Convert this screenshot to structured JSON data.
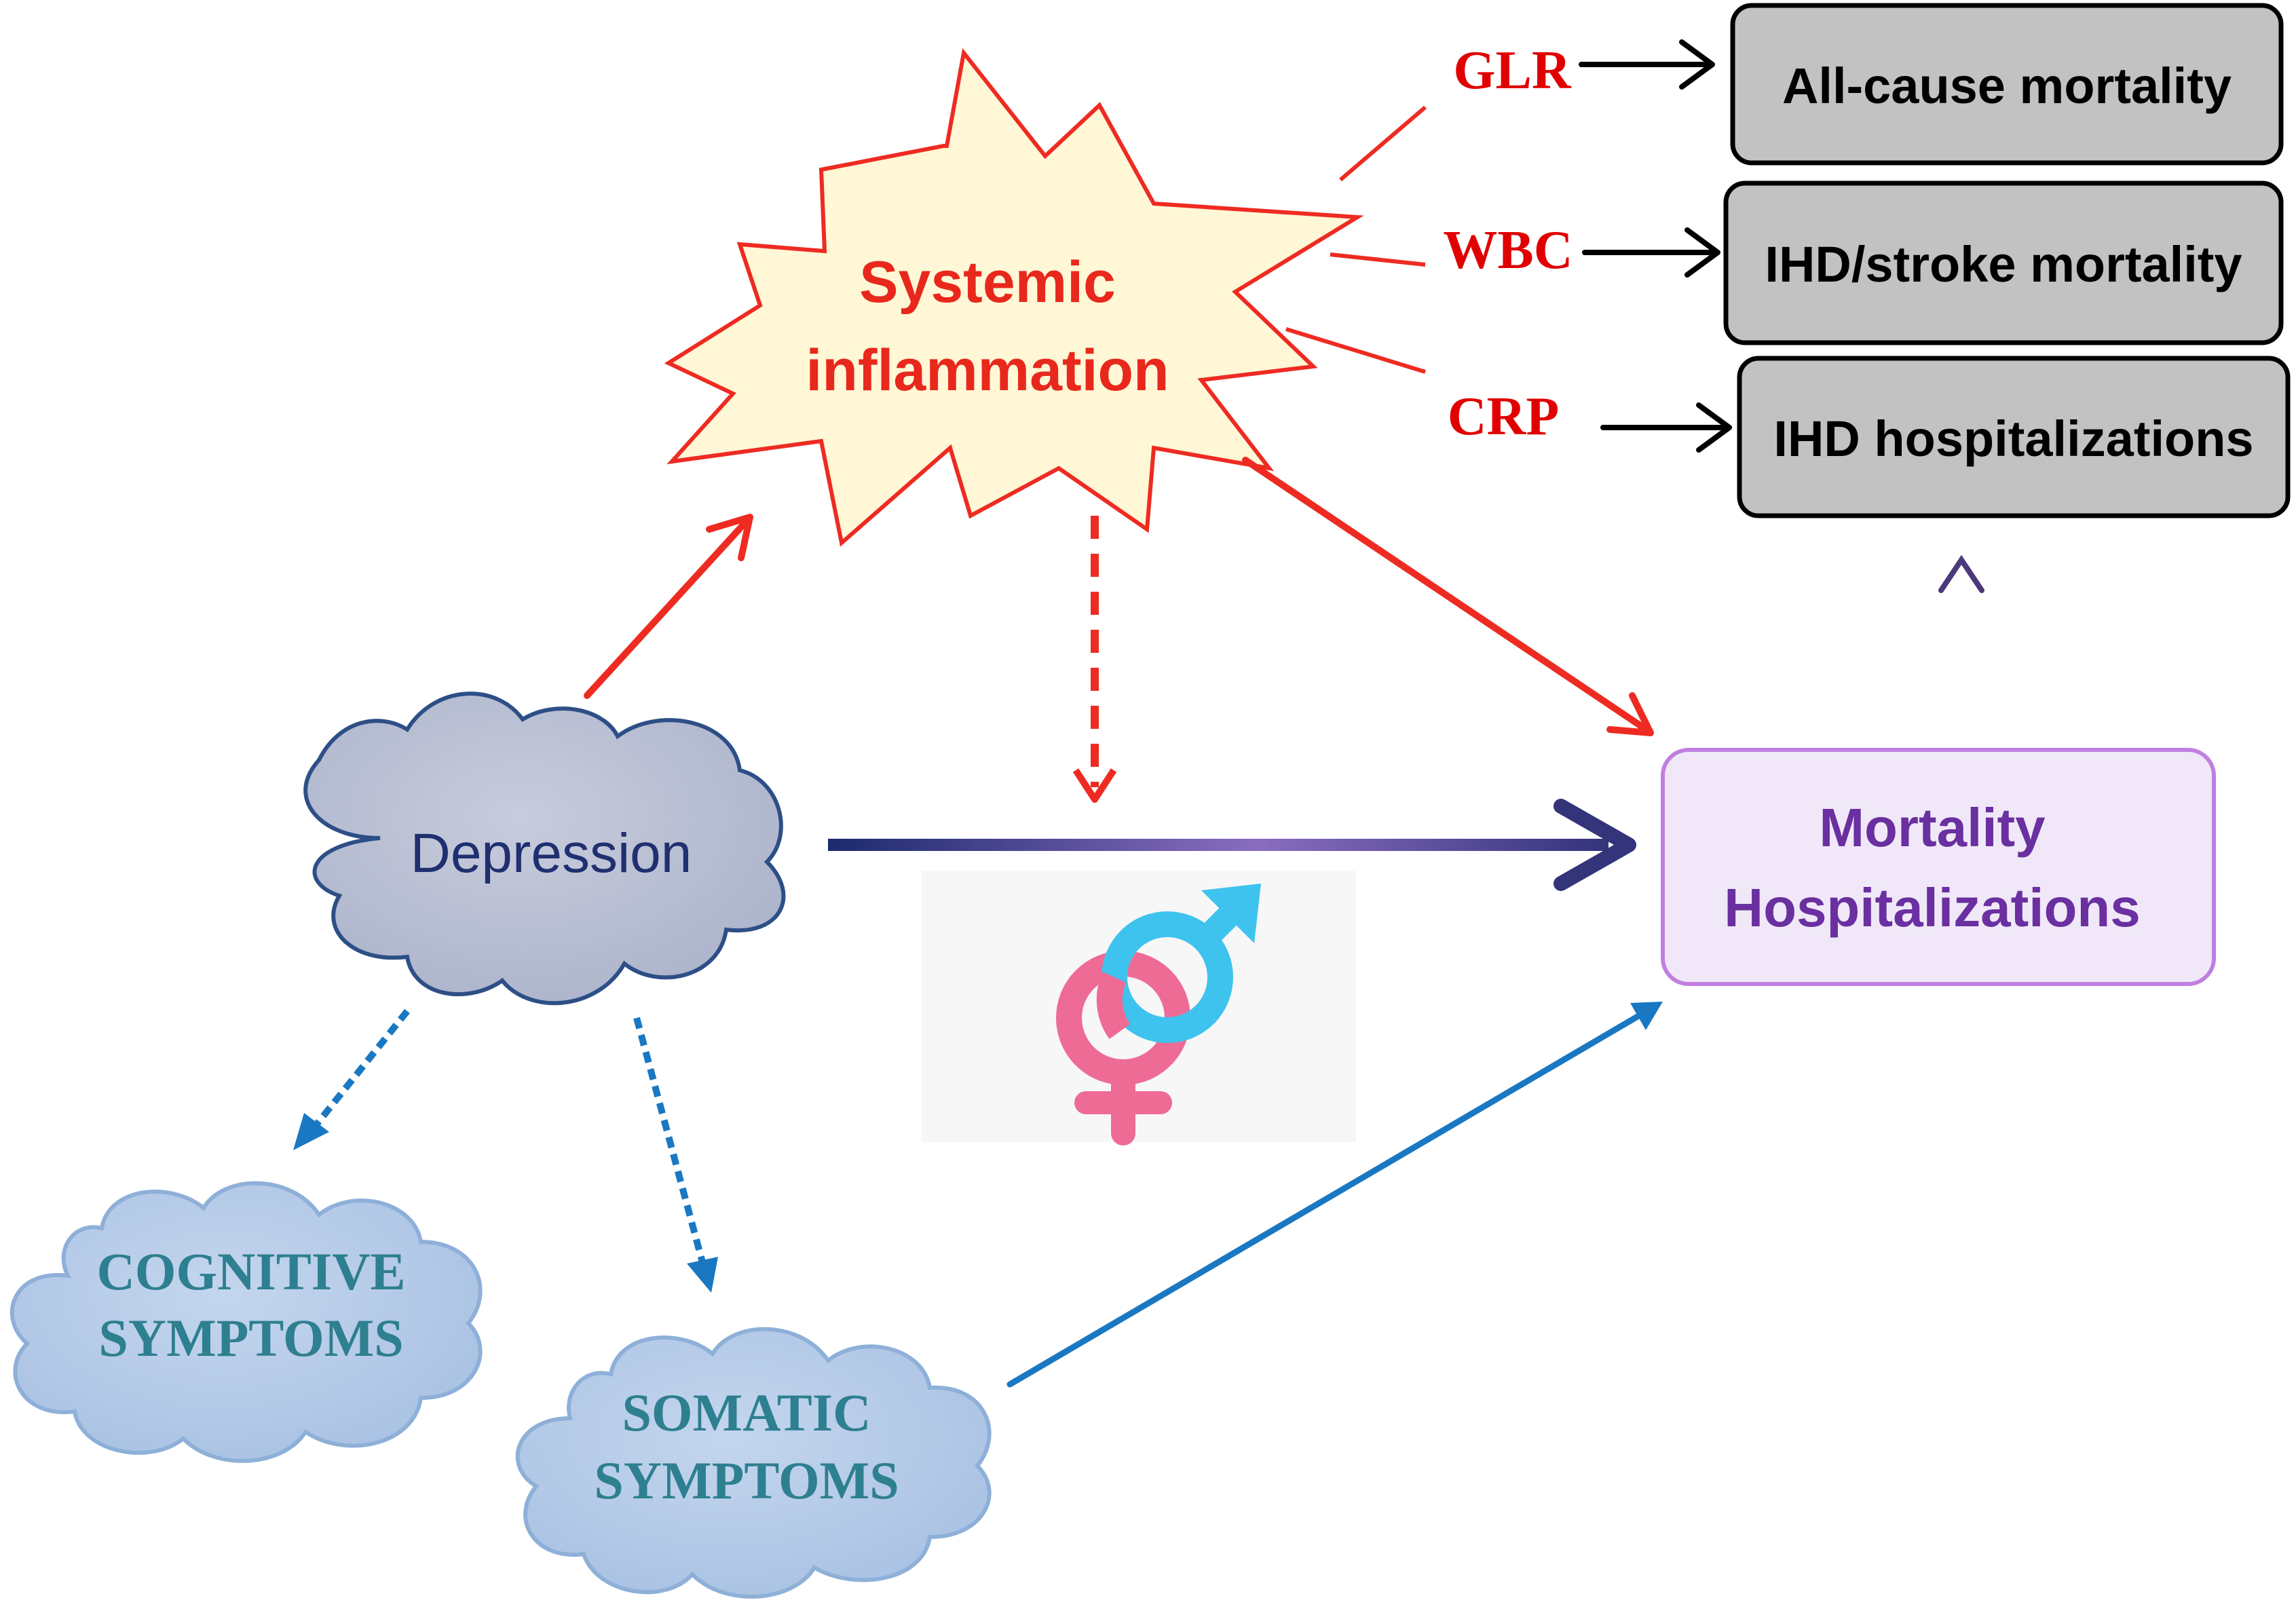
{
  "inflammation": {
    "line1": "Systemic",
    "line2": "inflammation"
  },
  "markers": {
    "glr": "GLR",
    "wbc": "WBC",
    "crp": "CRP"
  },
  "outcomes": {
    "all_cause": "All-cause mortality",
    "ihd_stroke": "IHD/stroke mortality",
    "ihd_hosp": "IHD hospitalizations"
  },
  "depression": "Depression",
  "result": {
    "line1": "Mortality",
    "line2": "Hospitalizations"
  },
  "cognitive": {
    "line1": "COGNITIVE",
    "line2": "SYMPTOMS"
  },
  "somatic": {
    "line1": "SOMATIC",
    "line2": "SYMPTOMS"
  },
  "sex_symbol": {
    "icon": "gender-symbols-icon",
    "male_color": "#3ec3ee",
    "female_color": "#ee6b95"
  },
  "colors": {
    "inflammation_text": "#e8281c",
    "marker_text": "#e00000",
    "result_text": "#6a2fa0",
    "depression_text": "#1f2f70",
    "symptom_text": "#2e7f8f"
  }
}
